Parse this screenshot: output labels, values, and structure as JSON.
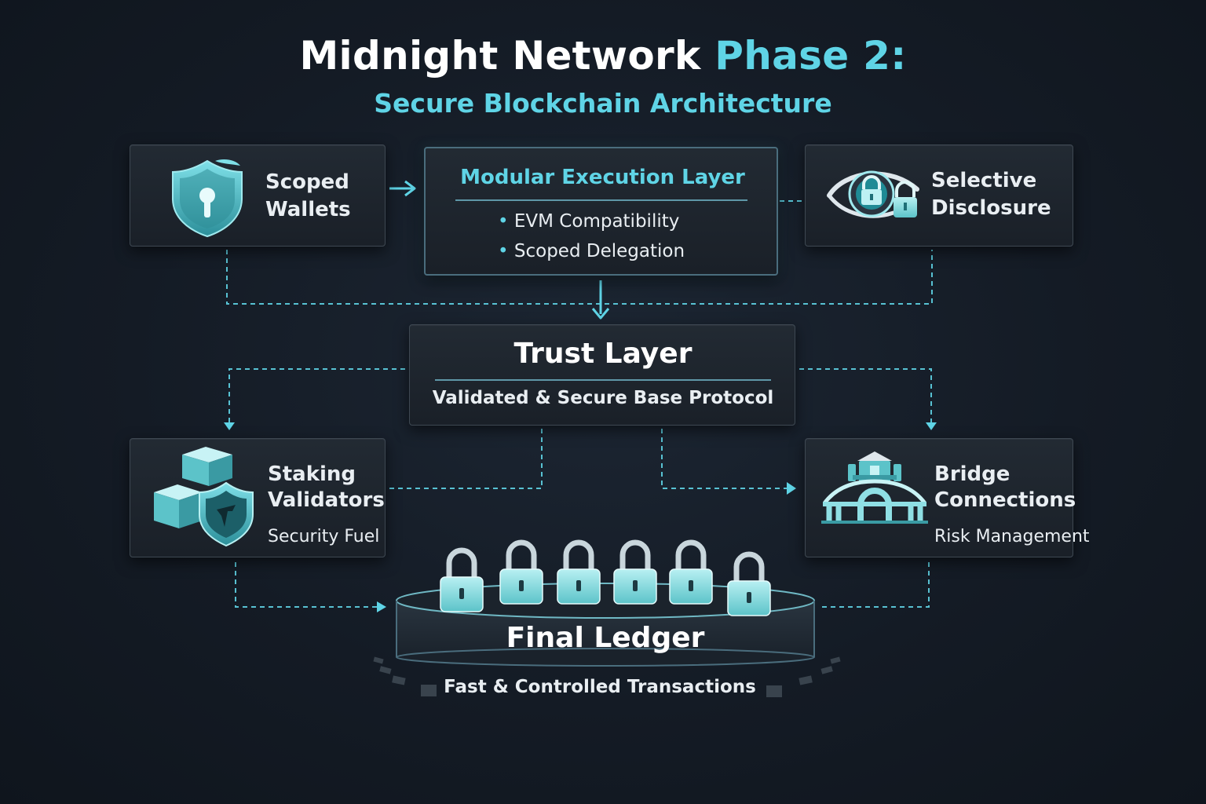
{
  "title": {
    "main": "Midnight Network",
    "accent": "Phase 2:",
    "subtitle": "Secure Blockchain Architecture"
  },
  "scoped_wallets": {
    "line1": "Scoped",
    "line2": "Wallets",
    "icon": "shield-keyhole-icon"
  },
  "execution_layer": {
    "title": "Modular Execution Layer",
    "bullets": [
      "EVM Compatibility",
      "Scoped Delegation"
    ]
  },
  "selective_disclosure": {
    "line1": "Selective",
    "line2": "Disclosure",
    "icon": "eye-lock-icon"
  },
  "trust_layer": {
    "title": "Trust Layer",
    "subtitle": "Validated & Secure Base Protocol"
  },
  "staking": {
    "line1": "Staking",
    "line2": "Validators",
    "caption": "Security Fuel",
    "icon": "stacked-blocks-shield-icon"
  },
  "bridge": {
    "line1": "Bridge",
    "line2": "Connections",
    "caption": "Risk Management",
    "icon": "bridge-icon"
  },
  "final_ledger": {
    "title": "Final Ledger",
    "caption": "Fast & Controlled Transactions",
    "icon": "padlock-row-icon"
  },
  "colors": {
    "accent": "#5fd4e6",
    "background": "#141b25",
    "card": "#1f262e"
  }
}
